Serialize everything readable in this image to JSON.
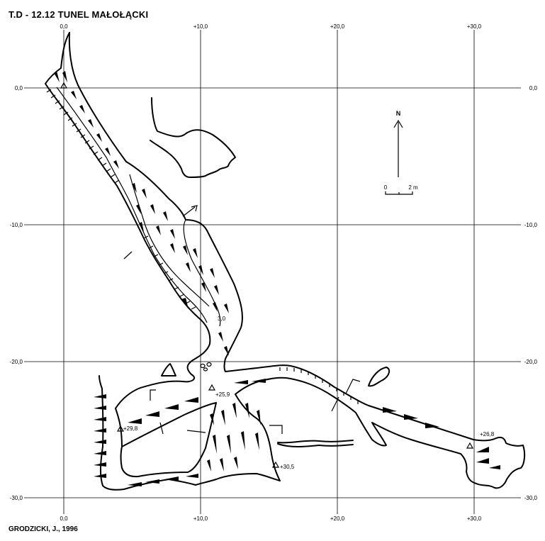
{
  "title": "T.D - 12.12  TUNEL MAŁOŁĄCKI",
  "credit": "GRODZICKI, J., 1996",
  "grid": {
    "x_labels": [
      "0,0",
      "+10,0",
      "+20,0",
      "+30,0"
    ],
    "y_labels": [
      "0,0",
      "-10,0",
      "-20,0",
      "-30,0"
    ]
  },
  "north": {
    "label": "N"
  },
  "scale": {
    "start": "0",
    "end": "2 m"
  },
  "stations": [
    {
      "label": "3,0"
    },
    {
      "label": "+25,9"
    },
    {
      "label": "+29,8"
    },
    {
      "label": "+30,5"
    },
    {
      "label": "+26,8"
    }
  ]
}
